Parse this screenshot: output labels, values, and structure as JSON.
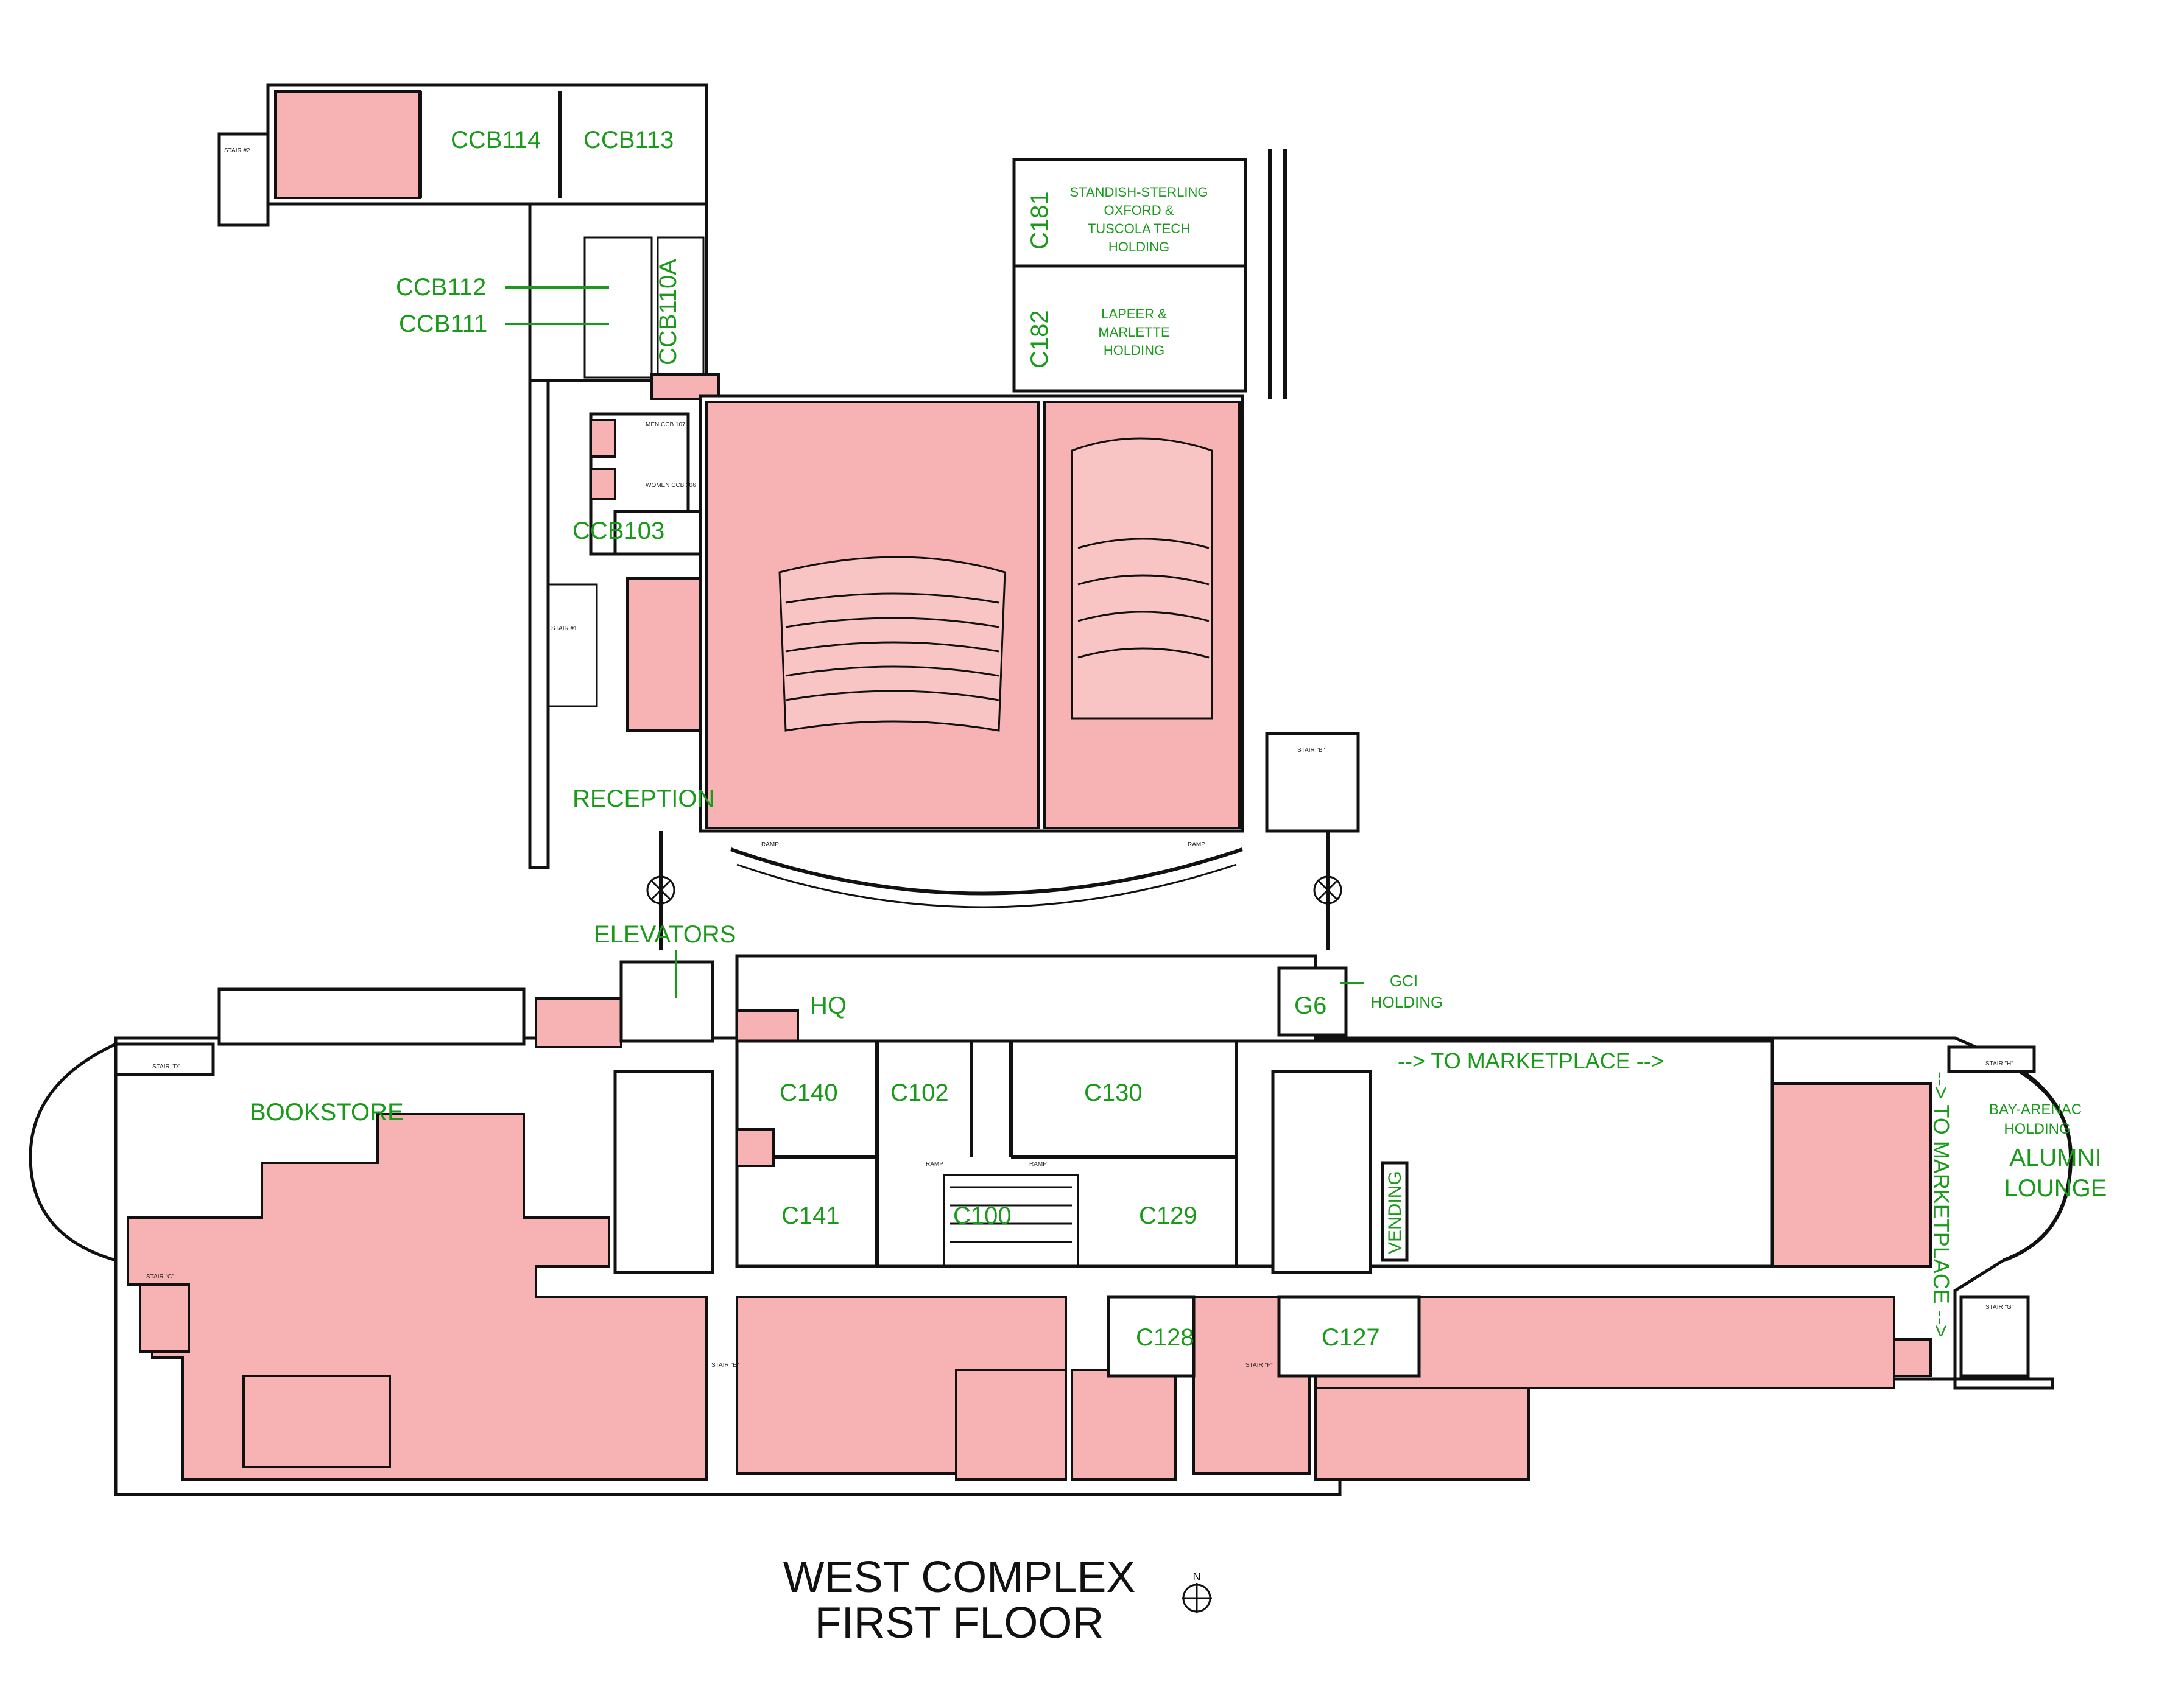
{
  "title": {
    "line1": "WEST COMPLEX",
    "line2": "FIRST FLOOR"
  },
  "north_arrow": {
    "label": "N",
    "icon": "compass-north-icon"
  },
  "colors": {
    "occupied": "#f7b3b3",
    "label_green": "#1a9a1a",
    "wall": "#111111"
  },
  "rooms": {
    "ccb114": "CCB114",
    "ccb113": "CCB113",
    "ccb112": "CCB112",
    "ccb111": "CCB111",
    "ccb110a": "CCB110A",
    "ccb103": "CCB103",
    "c181": "C181",
    "c182": "C182",
    "reception": "RECEPTION",
    "elevators": "ELEVATORS",
    "hq": "HQ",
    "g6": "G6",
    "bookstore": "BOOKSTORE",
    "c140": "C140",
    "c102": "C102",
    "c130": "C130",
    "c141": "C141",
    "c100": "C100",
    "c129": "C129",
    "c128": "C128",
    "c127": "C127",
    "vending": "VENDING",
    "alumni": "ALUMNI",
    "lounge": "LOUNGE",
    "to_marketplace_h": "--> TO MARKETPLACE -->",
    "to_marketplace_v": "--> TO MARKETPLACE -->"
  },
  "holdings": {
    "c181_l1": "STANDISH-STERLING",
    "c181_l2": "OXFORD &",
    "c181_l3": "TUSCOLA TECH",
    "c181_l4": "HOLDING",
    "c182_l1": "LAPEER &",
    "c182_l2": "MARLETTE",
    "c182_l3": "HOLDING",
    "gci_l1": "GCI",
    "gci_l2": "HOLDING",
    "bay_l1": "BAY-ARENAC",
    "bay_l2": "HOLDING"
  },
  "small_labels": {
    "stair2": "STAIR #2",
    "stair1": "STAIR #1",
    "stairB": "STAIR \"B\"",
    "stairD": "STAIR \"D\"",
    "stairC": "STAIR \"C\"",
    "stairE": "STAIR \"E\"",
    "stairF": "STAIR \"F\"",
    "stairH": "STAIR \"H\"",
    "stairG": "STAIR \"G\"",
    "men107": "MEN CCB 107",
    "women106": "WOMEN CCB 106",
    "ramp": "RAMP"
  }
}
